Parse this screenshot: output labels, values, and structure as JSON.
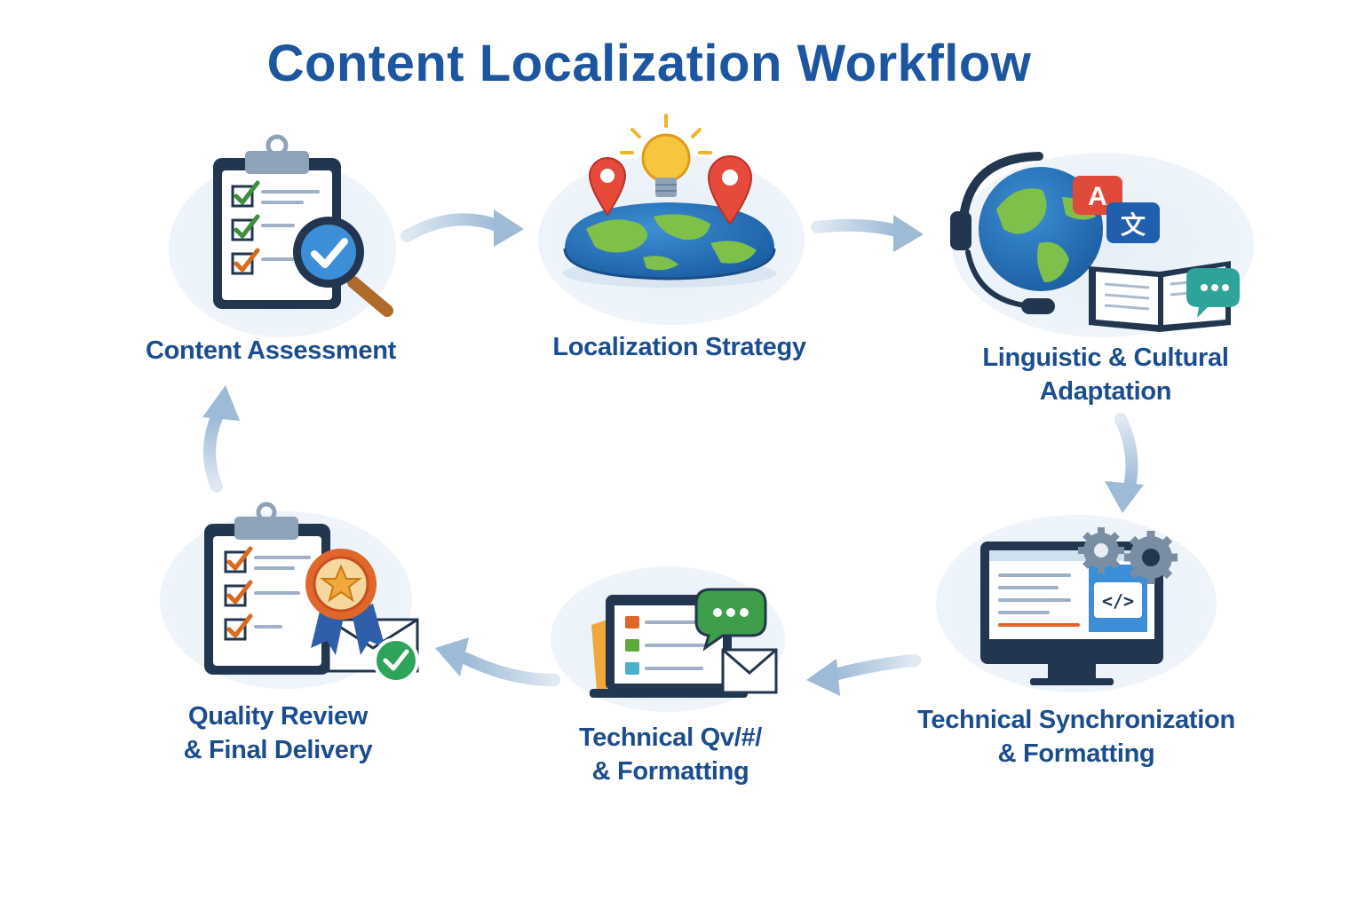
{
  "title": "Content Localization Workflow",
  "stages": [
    {
      "id": "content-assessment",
      "lines": [
        "Content Assessment"
      ],
      "icon": "clipboard-magnifier-icon"
    },
    {
      "id": "localization-strategy",
      "lines": [
        "Localization Strategy"
      ],
      "icon": "globe-pins-lightbulb-icon"
    },
    {
      "id": "linguistic-cultural-adaptation",
      "lines": [
        "Linguistic & Cultural",
        "Adaptation"
      ],
      "icon": "globe-headset-translate-icon"
    },
    {
      "id": "technical-synchronization",
      "lines": [
        "Technical Synchronization",
        "& Formatting"
      ],
      "icon": "monitor-code-gears-icon"
    },
    {
      "id": "technical-qa",
      "lines": [
        "Technical Qv/#/",
        "& Formatting"
      ],
      "icon": "laptop-checklist-chat-icon"
    },
    {
      "id": "quality-review",
      "lines": [
        "Quality Review",
        "& Final Delivery"
      ],
      "icon": "clipboard-award-mail-icon"
    }
  ],
  "translate_badges": {
    "latin": "A",
    "cjk": "文"
  },
  "code_tag": "</>",
  "colors": {
    "title": "#1d56a0",
    "label": "#1b4d8e",
    "navy": "#22364f",
    "arrow": "#a9c4dc",
    "check_green": "#3e8e3c",
    "check_orange": "#d96a1e"
  }
}
